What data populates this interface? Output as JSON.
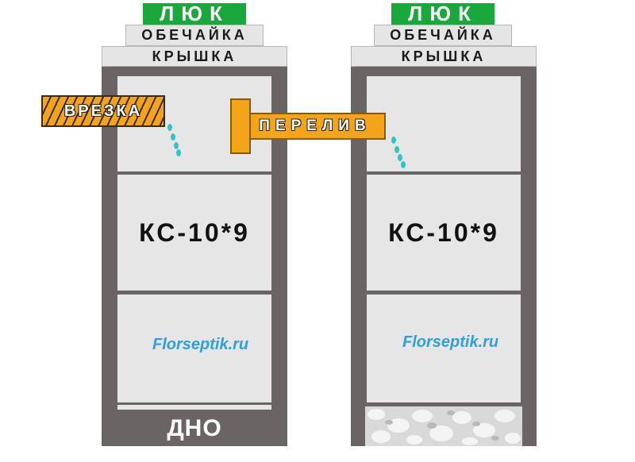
{
  "left_well": {
    "hatch_label": "ЛЮК",
    "collar_label": "ОБЕЧАЙКА",
    "cover_label": "КРЫШКА",
    "ring_label": "КС-10*9",
    "watermark": "Florseptik.ru",
    "bottom_label": "ДНО",
    "inlet_label": "ВРЕЗКА"
  },
  "right_well": {
    "hatch_label": "ЛЮК",
    "collar_label": "ОБЕЧАЙКА",
    "cover_label": "КРЫШКА",
    "ring_label": "КС-10*9",
    "watermark": "Florseptik.ru"
  },
  "overflow_label": "ПЕРЕЛИВ",
  "colors": {
    "hatch": "#19a83b",
    "shell": "#6b6465",
    "ring": "#e6e6e6",
    "pipe": "#f4a418",
    "water": "#2fc6c6",
    "watermark": "#2e9fe0"
  }
}
